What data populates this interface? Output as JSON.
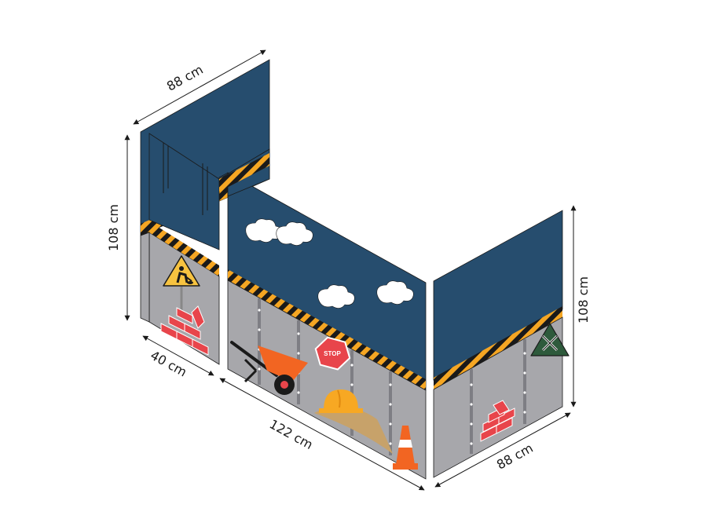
{
  "dimensions": {
    "top_width": "88 cm",
    "left_height": "108 cm",
    "left_depth": "40 cm",
    "front_length": "122 cm",
    "right_width": "88 cm",
    "right_height": "108 cm"
  },
  "signs": {
    "stop": "STOP"
  },
  "colors": {
    "navy": "#264d6e",
    "grey": "#a7a7ab",
    "stripe_yellow": "#f5a623",
    "stripe_black": "#1a1a1a",
    "wheelbarrow": "#f26522",
    "helmet": "#f7a823",
    "brick": "#e8454b",
    "stop_sign": "#e8454b",
    "warning_sign": "#f7c340",
    "tool_sign": "#2e5a3c"
  },
  "icons": [
    "wheelbarrow-icon",
    "hard-hat-icon",
    "traffic-cone-icon",
    "stop-sign-icon",
    "worker-warning-sign-icon",
    "tools-sign-icon",
    "bricks-icon",
    "cloud-icon"
  ]
}
